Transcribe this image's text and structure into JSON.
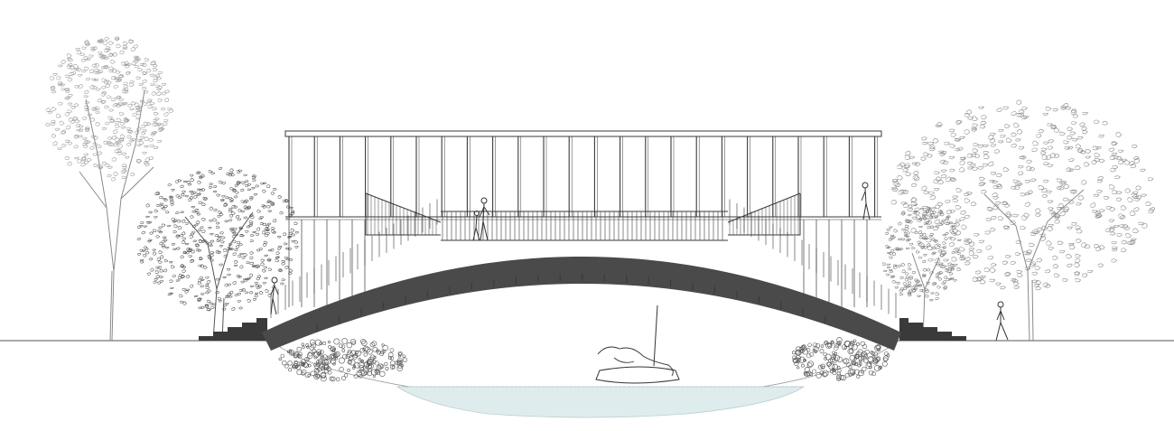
{
  "drawing": {
    "kind": "architectural-elevation",
    "subject": "covered-arch-footbridge",
    "colors": {
      "background": "#ffffff",
      "line": "#3a3a3a",
      "arch": "#4a4a4a",
      "water": "#dfeced",
      "water_edge": "#b9cfd1",
      "tree_line": "#8a8a8a",
      "shrub": "#6a6a6a"
    },
    "elements": [
      {
        "name": "ground-line"
      },
      {
        "name": "left-tall-tree"
      },
      {
        "name": "left-leafy-tree"
      },
      {
        "name": "right-large-tree"
      },
      {
        "name": "right-small-tree"
      },
      {
        "name": "bridge-roof-frame"
      },
      {
        "name": "bridge-arch"
      },
      {
        "name": "bridge-stairs-left"
      },
      {
        "name": "bridge-stairs-right"
      },
      {
        "name": "river-water"
      },
      {
        "name": "sailboat"
      },
      {
        "name": "people-figures"
      },
      {
        "name": "riverbank-shrubs"
      }
    ]
  }
}
